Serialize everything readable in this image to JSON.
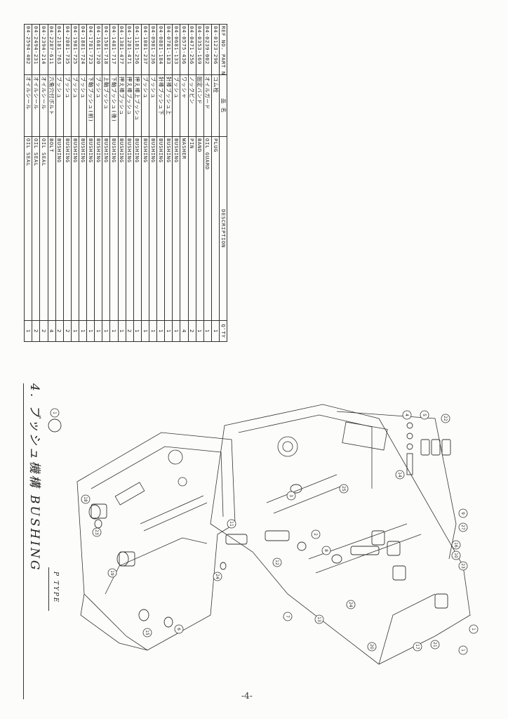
{
  "section": {
    "title": "4. ブッシュ機構 BUSHING",
    "subtitle": "P TYPE"
  },
  "page_number": "-4-",
  "table": {
    "headers": {
      "ref_no": "REF NO.",
      "part_no": "PART NO.",
      "name": "品 名",
      "description": "DESCRIPTION",
      "qty": "Q'TY"
    },
    "rows": [
      {
        "ref": "1",
        "part": "04-0123-296",
        "name": "コム栓",
        "desc": "PLUG",
        "qty": "1"
      },
      {
        "ref": "2",
        "part": "04-0239-002",
        "name": "オイルガード",
        "desc": "OIL GUARD",
        "qty": "1"
      },
      {
        "ref": "3",
        "part": "04-0353-169",
        "name": "固定バンド",
        "desc": "BAND",
        "qty": "1"
      },
      {
        "ref": "4",
        "part": "04-0471-256",
        "name": "ノックピン",
        "desc": "PIN",
        "qty": "2"
      },
      {
        "ref": "5",
        "part": "04-0575-436",
        "name": "ワッシャ",
        "desc": "WASHER",
        "qty": "4"
      },
      {
        "ref": "6",
        "part": "04-0681-133",
        "name": "ブッシュ",
        "desc": "BUSHING",
        "qty": "1"
      },
      {
        "ref": "7",
        "part": "04-0781-183",
        "name": "針棒ブッシュ上",
        "desc": "BUSHING",
        "qty": "1"
      },
      {
        "ref": "8",
        "part": "04-0881-184",
        "name": "針棒ブッシュ下",
        "desc": "BUSHING",
        "qty": "1"
      },
      {
        "ref": "9",
        "part": "04-0981-236",
        "name": "ブッシュ",
        "desc": "BUSHING",
        "qty": "1"
      },
      {
        "ref": "10",
        "part": "04-1081-237",
        "name": "ブッシュ",
        "desc": "BUSHING",
        "qty": "1"
      },
      {
        "ref": "11",
        "part": "04-1181-256",
        "name": "押え棒上ブッシュ",
        "desc": "BUSHING",
        "qty": "1"
      },
      {
        "ref": "12",
        "part": "04-1281-471",
        "name": "押え棒ブッシュ",
        "desc": "BUSHING",
        "qty": "2"
      },
      {
        "ref": "13",
        "part": "04-1381-477",
        "name": "押え棒ブッシュ",
        "desc": "BUSHING",
        "qty": "1"
      },
      {
        "ref": "14",
        "part": "04-1481-717",
        "name": "下軸ブッシュ(後)",
        "desc": "BUSHING",
        "qty": "1"
      },
      {
        "ref": "15",
        "part": "04-1581-718",
        "name": "上軸ブッシュ",
        "desc": "BUSHING",
        "qty": "1"
      },
      {
        "ref": "16",
        "part": "04-1681-720",
        "name": "ブッシュ",
        "desc": "BUSHING",
        "qty": "1"
      },
      {
        "ref": "17",
        "part": "04-1781-723",
        "name": "下軸ブッシュ(前)",
        "desc": "BUSHING",
        "qty": "1"
      },
      {
        "ref": "18",
        "part": "04-1881-724",
        "name": "ブッシュ",
        "desc": "BUSHING",
        "qty": "1"
      },
      {
        "ref": "19",
        "part": "04-1981-725",
        "name": "ブッシュ",
        "desc": "BUSHING",
        "qty": "1"
      },
      {
        "ref": "20",
        "part": "04-2081-735",
        "name": "ブッシュ",
        "desc": "BUSHING",
        "qty": "2"
      },
      {
        "ref": "21",
        "part": "04-2181-763",
        "name": "ブッシュ",
        "desc": "BUSHING",
        "qty": "2"
      },
      {
        "ref": "22",
        "part": "04-2287-611",
        "name": "六角穴付ボルト",
        "desc": "BOLT",
        "qty": "4"
      },
      {
        "ref": "23",
        "part": "04-2394-214",
        "name": "オイルシール",
        "desc": "OIL SEAL",
        "qty": "2"
      },
      {
        "ref": "24",
        "part": "04-2494-231",
        "name": "オイルシール",
        "desc": "OIL SEAL",
        "qty": "2"
      },
      {
        "ref": "25",
        "part": "04-2594-402",
        "name": "オイルシール",
        "desc": "OIL SEAL",
        "qty": "1"
      }
    ]
  },
  "callouts": [
    "1",
    "18",
    "23",
    "19",
    "15",
    "6",
    "1",
    "25",
    "11",
    "24",
    "12",
    "2",
    "3",
    "8",
    "7",
    "13",
    "24",
    "4",
    "5",
    "22",
    "14",
    "9",
    "27",
    "16",
    "10",
    "23",
    "21",
    "17",
    "20",
    "1"
  ]
}
